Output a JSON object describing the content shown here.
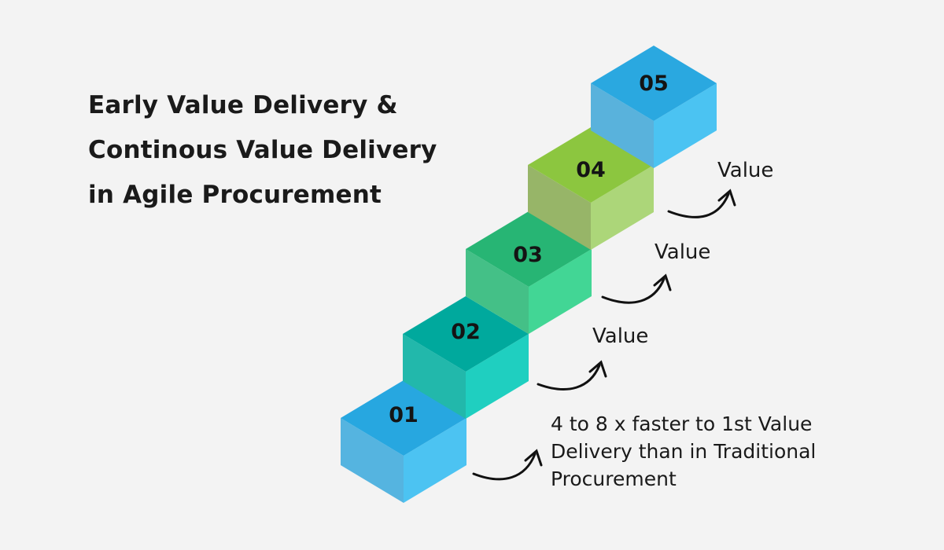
{
  "title": {
    "lines": [
      "Early Value Delivery &",
      "Continous Value Delivery",
      "in Agile Procurement"
    ]
  },
  "blocks": [
    {
      "label": "01",
      "top": "#27a7e0",
      "left": "#55b4e0",
      "right": "#4cc3f2"
    },
    {
      "label": "02",
      "top": "#00a99d",
      "left": "#22b8ab",
      "right": "#1fcfc0"
    },
    {
      "label": "03",
      "top": "#27b574",
      "left": "#44c087",
      "right": "#42d695"
    },
    {
      "label": "04",
      "top": "#8cc63f",
      "left": "#97b568",
      "right": "#acd679"
    },
    {
      "label": "05",
      "top": "#2aa8e0",
      "left": "#59b2dc",
      "right": "#4bc3f2"
    }
  ],
  "value_labels": [
    "Value",
    "Value",
    "Value"
  ],
  "note": {
    "lines": [
      "4 to 8 x faster to 1st Value",
      "Delivery than in Traditional",
      "Procurement"
    ]
  },
  "colors": {
    "background": "#f3f3f3",
    "text": "#1a1a1a"
  }
}
